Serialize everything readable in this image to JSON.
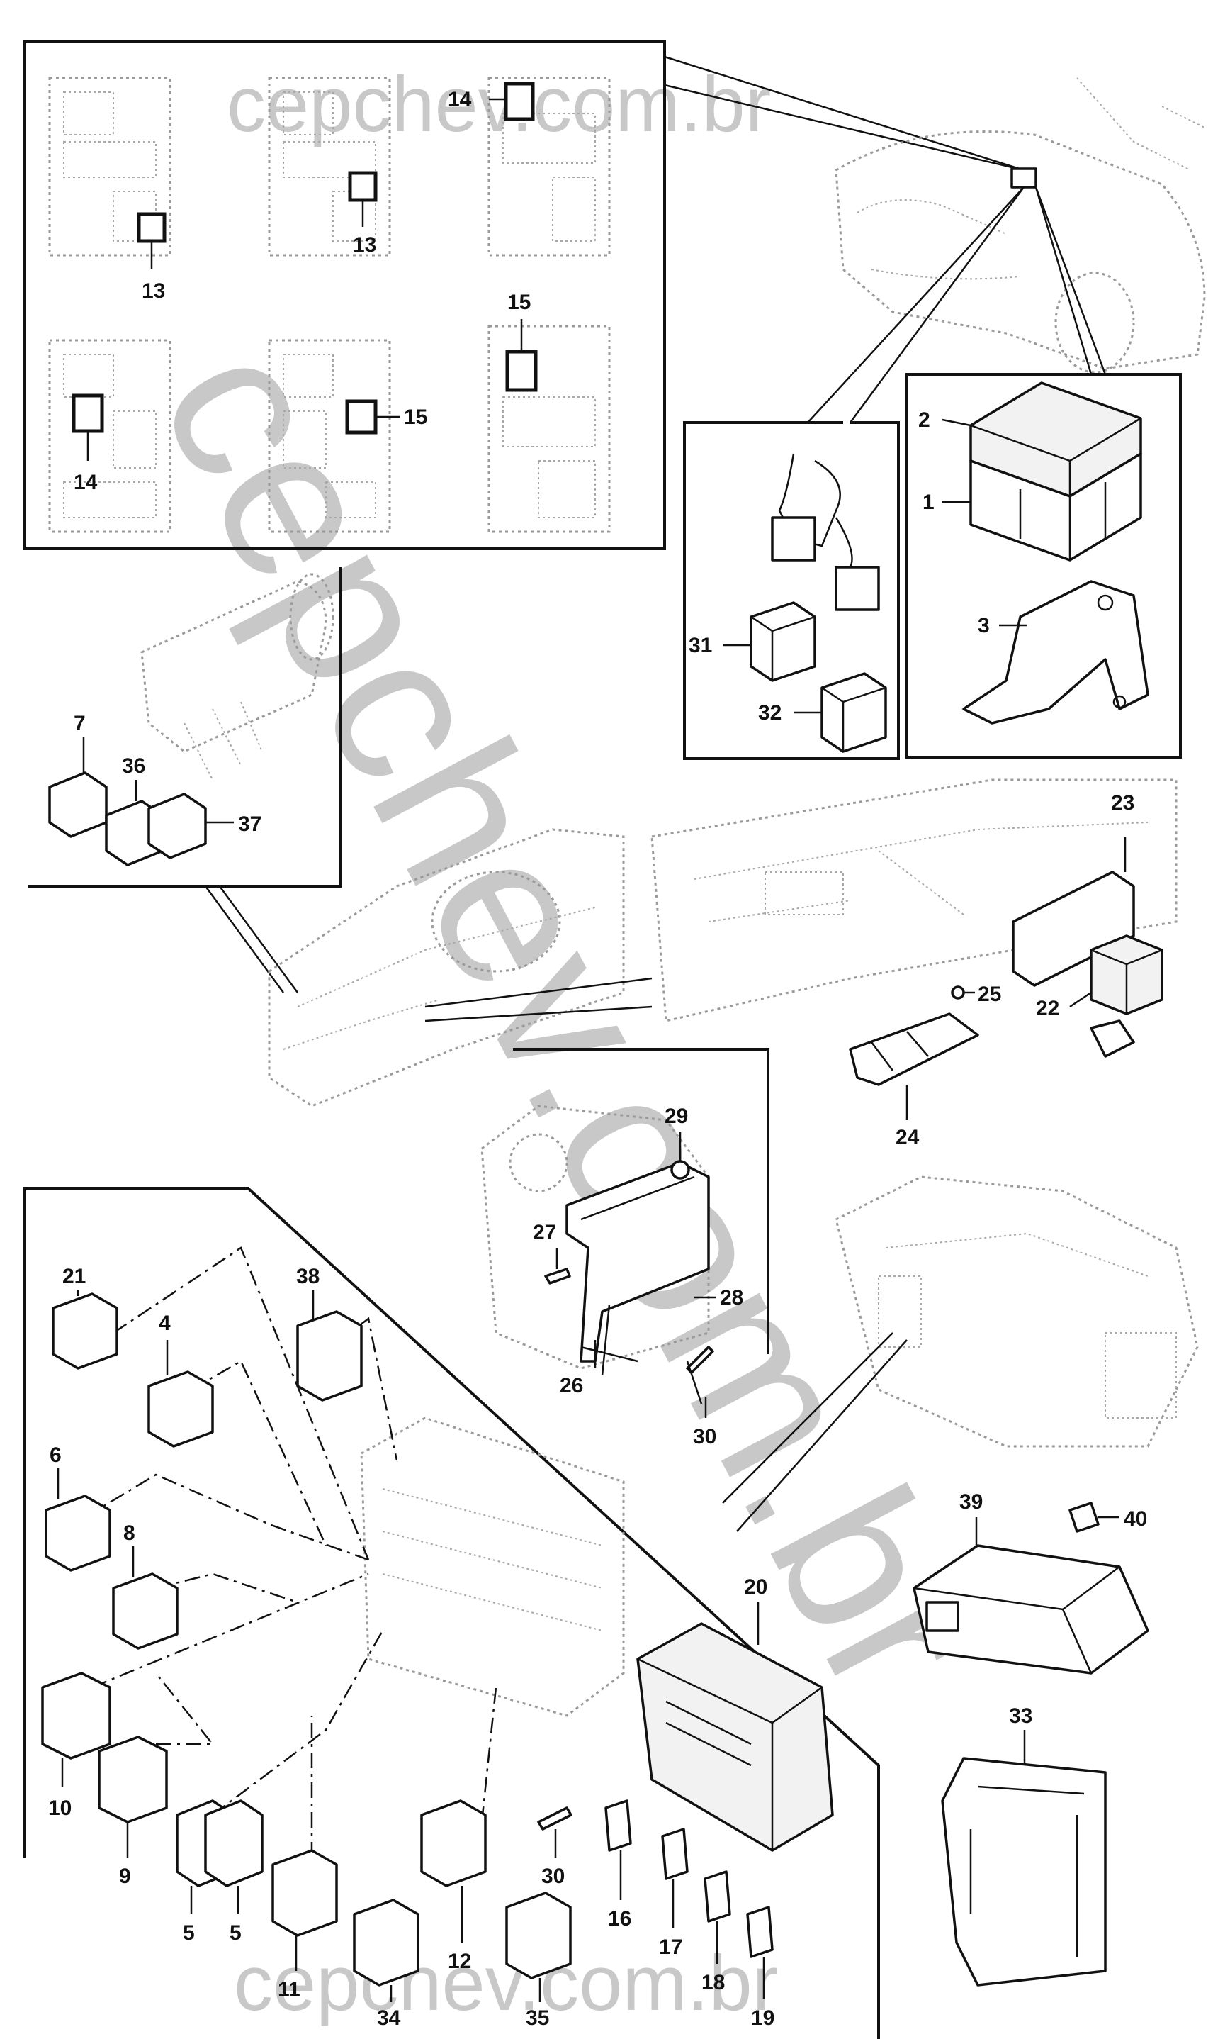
{
  "watermark": "cepchev.com.br",
  "callouts": {
    "c1": "1",
    "c2": "2",
    "c3": "3",
    "c4": "4",
    "c5a": "5",
    "c5b": "5",
    "c6": "6",
    "c7": "7",
    "c8": "8",
    "c9": "9",
    "c10": "10",
    "c11": "11",
    "c12": "12",
    "c13a": "13",
    "c13b": "13",
    "c14a": "14",
    "c14b": "14",
    "c15a": "15",
    "c15b": "15",
    "c16": "16",
    "c17": "17",
    "c18": "18",
    "c19": "19",
    "c20": "20",
    "c21": "21",
    "c22": "22",
    "c23": "23",
    "c24": "24",
    "c25": "25",
    "c26": "26",
    "c27": "27",
    "c28": "28",
    "c29": "29",
    "c30a": "30",
    "c30b": "30",
    "c31": "31",
    "c32": "32",
    "c33": "33",
    "c34": "34",
    "c35": "35",
    "c36": "36",
    "c37": "37",
    "c38": "38",
    "c39": "39",
    "c40": "40"
  }
}
